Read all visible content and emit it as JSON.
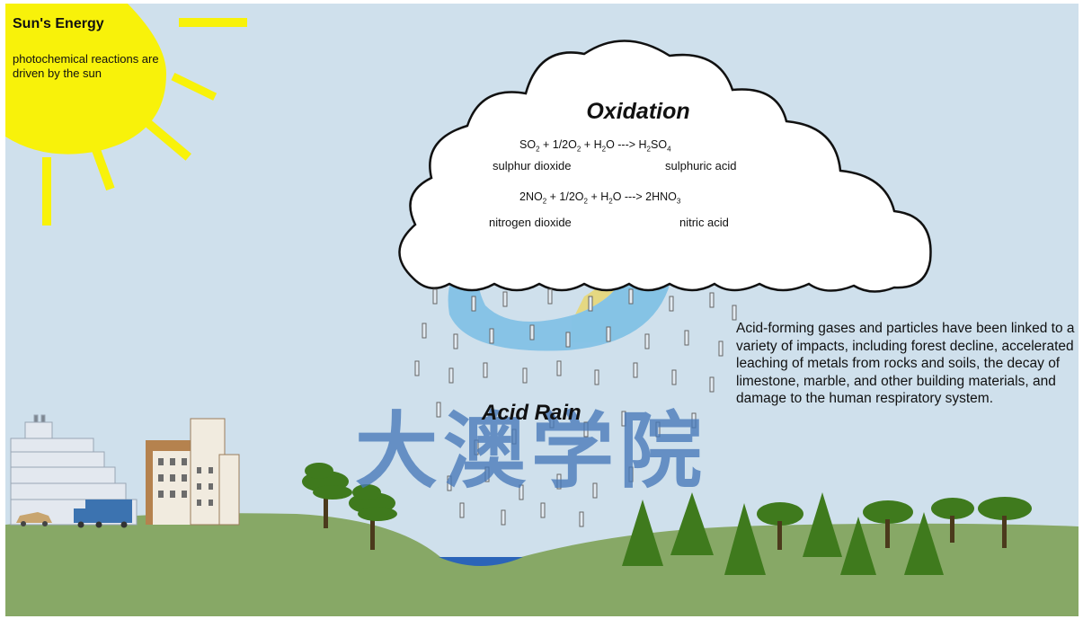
{
  "diagram": {
    "sun": {
      "title": "Sun's Energy",
      "description": "photochemical reactions are driven by the sun"
    },
    "cloud": {
      "title": "Oxidation",
      "equation_1": {
        "reactant_1": "SO",
        "reactant_1_sub": "2",
        "plus_1": " + 1/2O",
        "plus_1_sub": "2",
        "plus_2": " + H",
        "plus_2_sub": "2",
        "water_tail": "O ---> H",
        "product_sub_1": "2",
        "product_tail": "SO",
        "product_sub_2": "4"
      },
      "equation_2": {
        "reactant_1": "2NO",
        "reactant_1_sub": "2",
        "plus_1": " + 1/2O",
        "plus_1_sub": "2",
        "plus_2": " + H",
        "plus_2_sub": "2",
        "product_tail": "O ---> 2HNO",
        "product_sub": "3"
      },
      "so2_name": "sulphur dioxide",
      "h2so4_name": "sulphuric acid",
      "no2_name": "nitrogen dioxide",
      "hno3_name": "nitric acid"
    },
    "rain_label": "Acid Rain",
    "impacts_text": "Acid-forming gases and particles have been linked to a variety of impacts, including forest decline, accelerated leaching of metals from rocks and soils, the decay of limestone, marble, and other building materials, and damage to the human respiratory system.",
    "watermark": "大澳学院",
    "colors": {
      "sky": "#cfe0ec",
      "sun": "#f8f20a",
      "ground": "#87a866",
      "tree": "#3f7a1d",
      "pond": "#2b64b8",
      "watermark": "#4678b9"
    }
  }
}
